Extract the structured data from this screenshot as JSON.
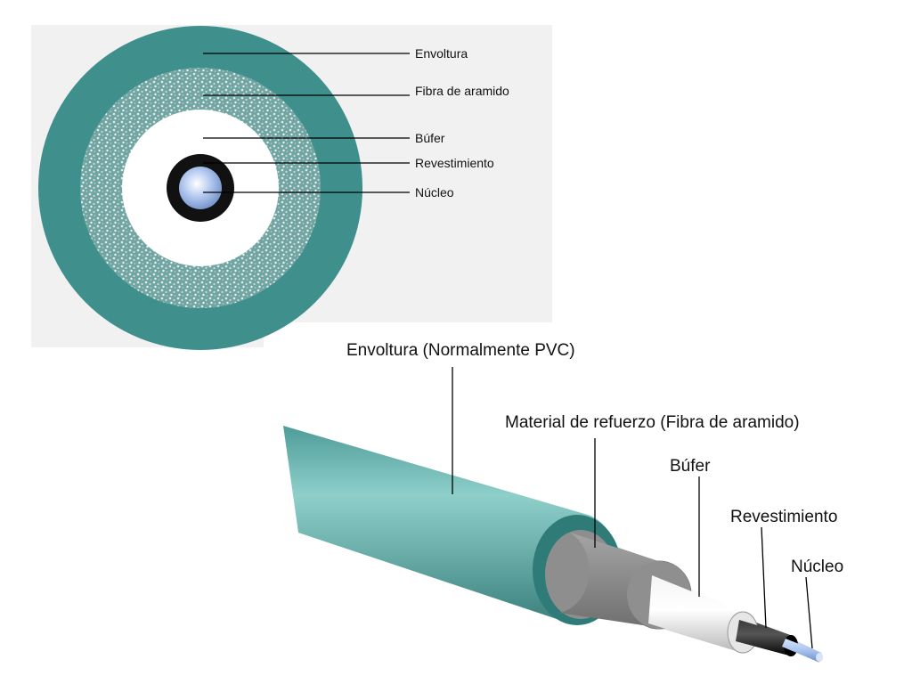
{
  "cross_section": {
    "labels": {
      "envoltura": "Envoltura",
      "fibra": "Fibra de aramido",
      "bufer": "Búfer",
      "revestimiento": "Revestimiento",
      "nucleo": "Núcleo"
    }
  },
  "cable_side": {
    "labels": {
      "envoltura": "Envoltura (Normalmente PVC)",
      "refuerzo": "Material de refuerzo (Fibra de aramido)",
      "bufer": "Búfer",
      "revestimiento": "Revestimiento",
      "nucleo": "Núcleo"
    }
  },
  "colors": {
    "jacket": "#3f8f8d",
    "jacket_light": "#7bbcb8",
    "aramid_speckle": "#c9c9c9",
    "reinforcement": "#8e8e8e",
    "buffer": "#e3e3e3",
    "cladding": "#111111",
    "core": "#a9c4ef",
    "panel_bg": "#f1f1f1"
  }
}
